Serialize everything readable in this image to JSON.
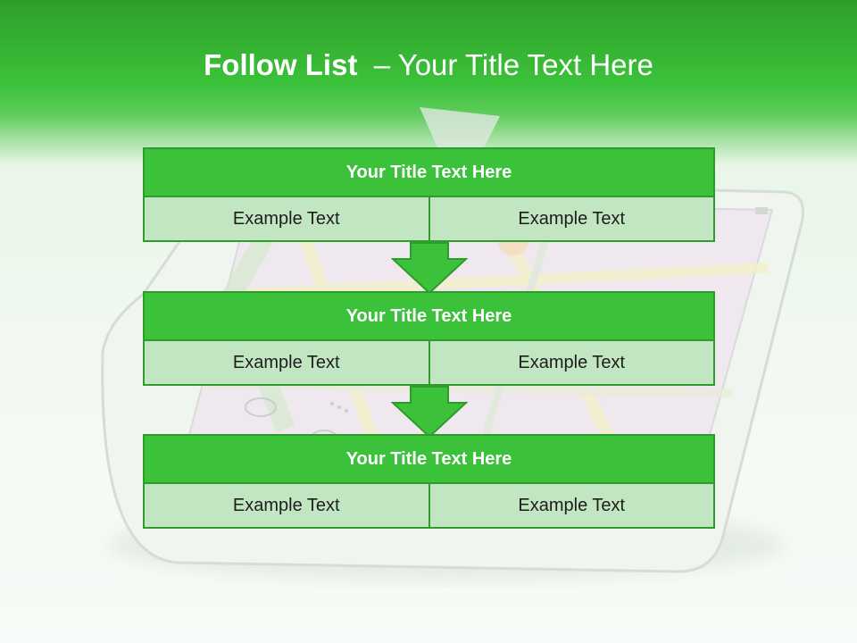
{
  "slide": {
    "title_bold": "Follow List",
    "title_rest": "  – Your Title Text Here"
  },
  "blocks": [
    {
      "title": "Your Title Text Here",
      "left": "Example Text",
      "right": "Example Text"
    },
    {
      "title": "Your Title Text Here",
      "left": "Example Text",
      "right": "Example Text"
    },
    {
      "title": "Your Title Text Here",
      "left": "Example Text",
      "right": "Example Text"
    }
  ],
  "colors": {
    "header_green": "#3cc23a",
    "border_green": "#2f9b2d",
    "cell_green": "#c3e6c2"
  },
  "icons": [
    "down-arrow-icon"
  ]
}
